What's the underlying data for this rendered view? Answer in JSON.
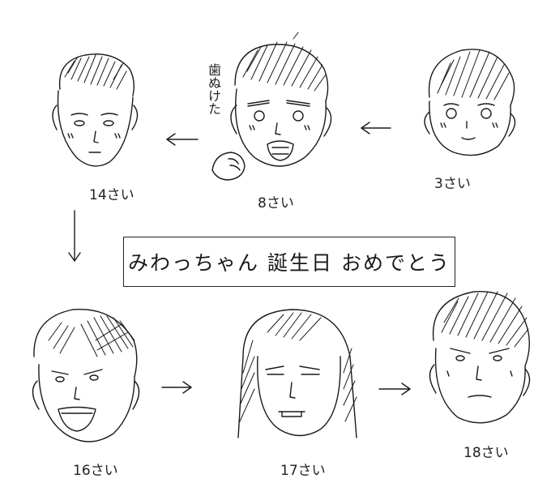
{
  "banner": {
    "text": "みわっちゃん 誕生日 おめでとう"
  },
  "note": {
    "text": "歯ぬけた"
  },
  "faces": [
    {
      "id": "age14",
      "label": "14さい"
    },
    {
      "id": "age8",
      "label": "8さい"
    },
    {
      "id": "age3",
      "label": "3さい"
    },
    {
      "id": "age16",
      "label": "16さい"
    },
    {
      "id": "age17",
      "label": "17さい"
    },
    {
      "id": "age18",
      "label": "18さい"
    }
  ],
  "colors": {
    "ink": "#1a1a1a",
    "paper": "#ffffff"
  }
}
